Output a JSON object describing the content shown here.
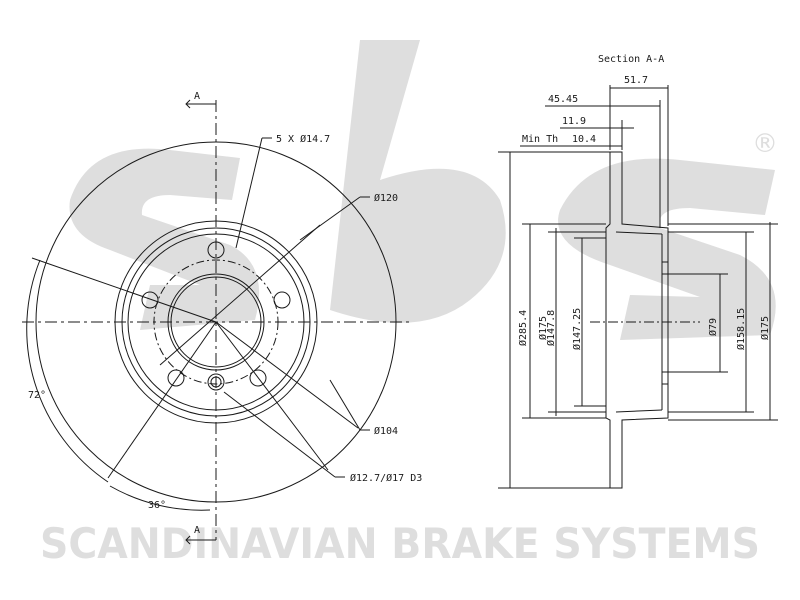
{
  "colors": {
    "line": "#1a1a1a",
    "watermark": "#dedede",
    "background": "#ffffff"
  },
  "brand": {
    "logo_text": "sbs",
    "registered_mark": "®",
    "tagline": "SCANDINAVIAN BRAKE SYSTEMS"
  },
  "front_view": {
    "section_marker_top": "A",
    "section_marker_bottom": "A",
    "bolt_holes": "5 X Ø14.7",
    "hub_diameter": "Ø120",
    "bore_diameter": "Ø104",
    "hole_note": "Ø12.7/Ø17 D3",
    "angle_outer": "72°",
    "angle_inner": "36°"
  },
  "section_view": {
    "title": "Section A-A",
    "height_overall": "51.7",
    "hat_height": "45.45",
    "thickness": "11.9",
    "min_thickness_label": "Min Th",
    "min_thickness_value": "10.4",
    "diam_outer": "Ø285.4",
    "diam_175_left": "Ø175",
    "diam_147_8": "Ø147.8",
    "diam_147_25": "Ø147.25",
    "diam_79": "Ø79",
    "diam_158_15": "Ø158.15",
    "diam_175_right": "Ø175"
  }
}
